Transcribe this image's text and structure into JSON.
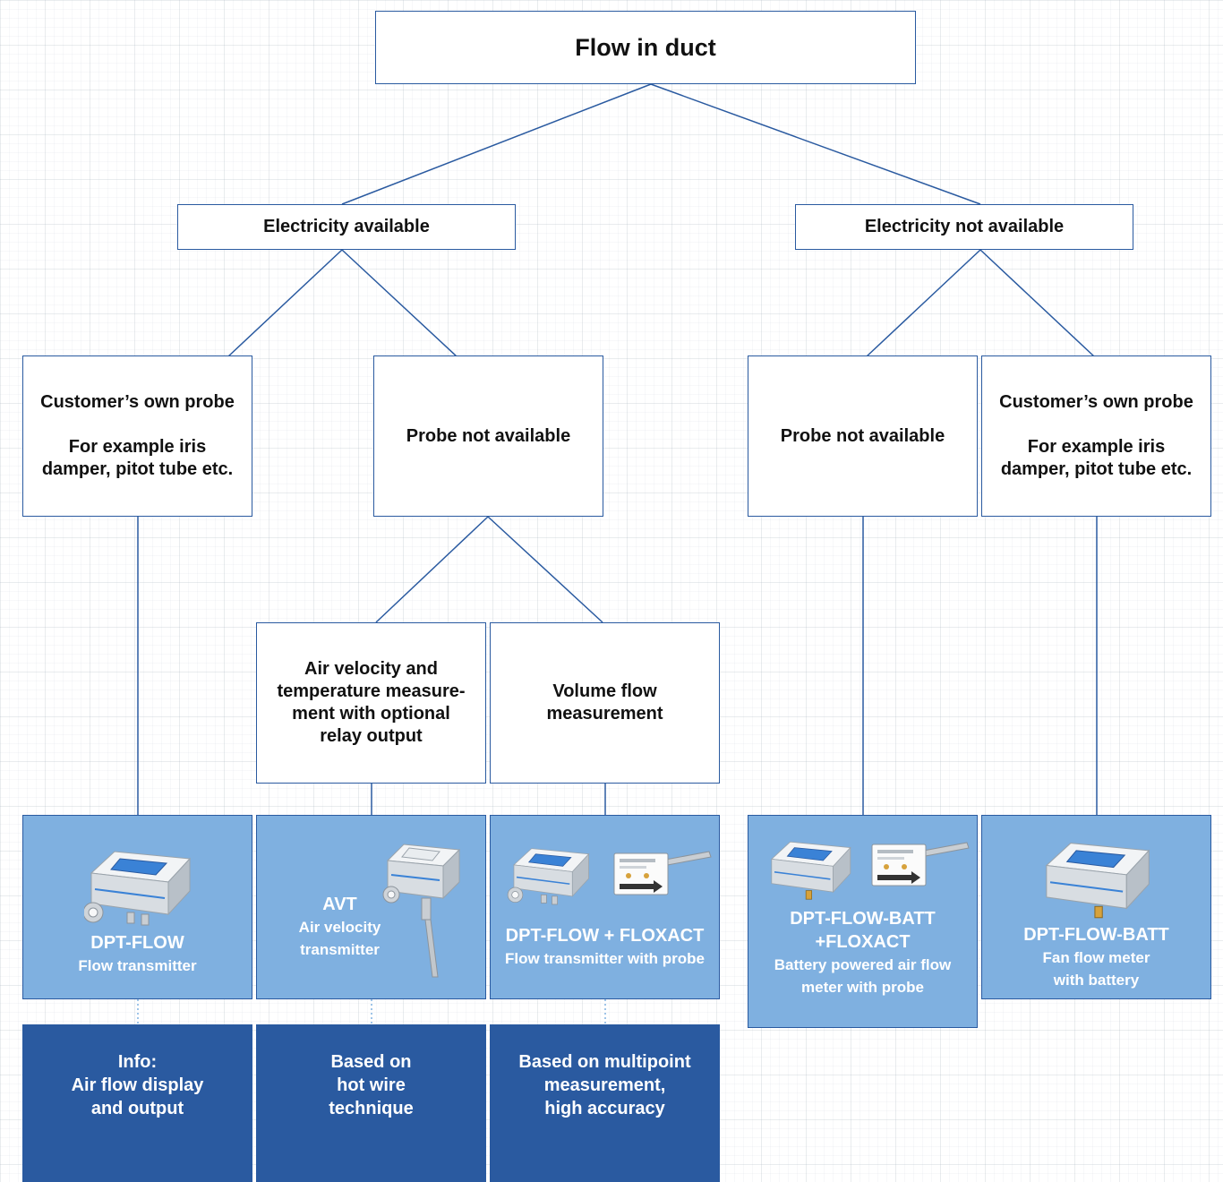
{
  "root": {
    "title": "Flow in duct"
  },
  "branches": {
    "left": {
      "label": "Electricity available"
    },
    "right": {
      "label": "Electricity not available"
    }
  },
  "level2": {
    "own_probe_left": {
      "line1": "Customer’s own probe",
      "line2": "For example iris",
      "line3": "damper, pitot tube etc."
    },
    "no_probe_left": {
      "label": "Probe not available"
    },
    "no_probe_right": {
      "label": "Probe not available"
    },
    "own_probe_right": {
      "line1": "Customer’s own probe",
      "line2": "For example iris",
      "line3": "damper, pitot tube etc."
    }
  },
  "level3": {
    "air_velocity": {
      "lines": [
        "Air velocity and",
        "temperature measure-",
        "ment with optional",
        "relay output"
      ]
    },
    "volume_flow": {
      "lines": [
        "Volume flow",
        "measurement"
      ]
    }
  },
  "products": [
    {
      "name": "DPT-FLOW",
      "desc": [
        "Flow transmitter"
      ]
    },
    {
      "name": "AVT",
      "desc": [
        "Air velocity",
        "transmitter"
      ]
    },
    {
      "name": "DPT-FLOW + FLOXACT",
      "desc": [
        "Flow transmitter with probe"
      ]
    },
    {
      "name": "DPT-FLOW-BATT",
      "name2": "+FLOXACT",
      "desc": [
        "Battery powered air flow",
        "meter with probe"
      ]
    },
    {
      "name": "DPT-FLOW-BATT",
      "desc": [
        "Fan flow meter",
        "with battery"
      ]
    }
  ],
  "info": [
    {
      "lines": [
        "Info:",
        "Air flow display",
        "and output"
      ]
    },
    {
      "lines": [
        "Based on",
        "hot wire",
        "technique"
      ]
    },
    {
      "lines": [
        "Based on multipoint",
        "measurement,",
        "high accuracy"
      ]
    }
  ],
  "colors": {
    "line": "#2a5aa0",
    "product_fill": "#7fb0e0",
    "info_fill": "#2a5aa0",
    "box_fill": "#ffffff"
  },
  "icons": {
    "transmitter": "device-box-icon",
    "probe": "floxact-probe-icon",
    "velocity_probe": "avt-probe-icon"
  }
}
